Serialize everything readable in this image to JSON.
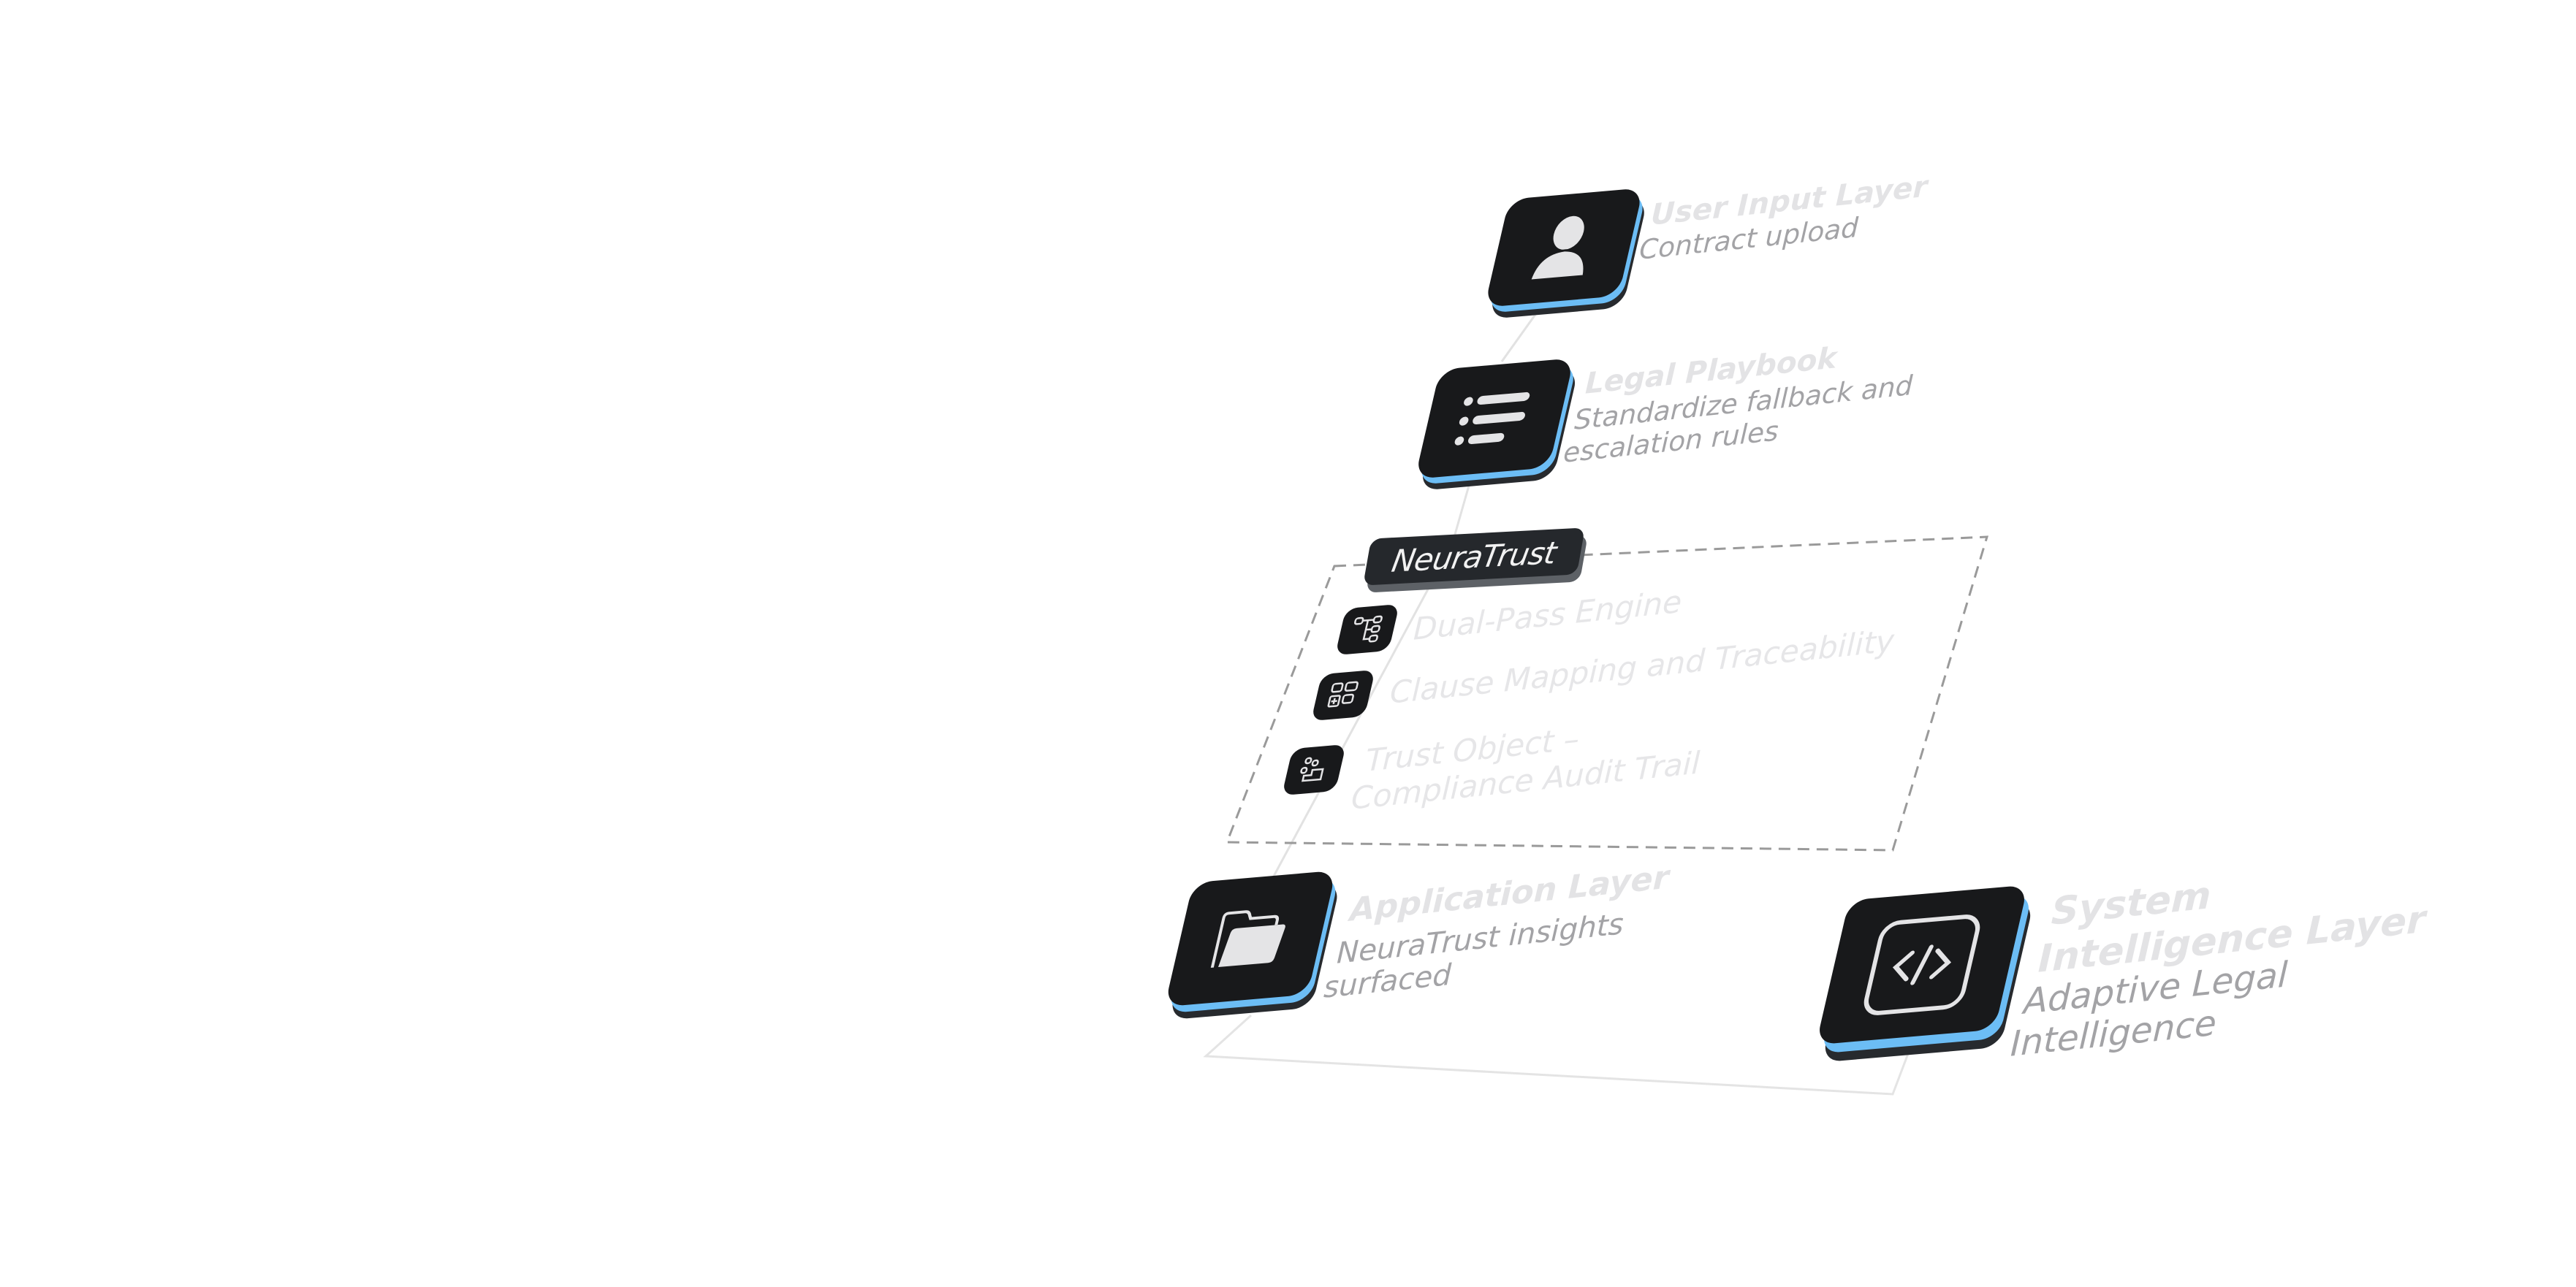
{
  "colors": {
    "background": "#ffffff",
    "card_face": "#18191b",
    "card_base": "#272a2e",
    "card_edge_accent": "#6cbdf5",
    "icon_fill": "#e4e4e6",
    "title_text": "#e3e3e5",
    "subtitle_text": "#a3a3a6",
    "dashed_border": "#9a9a9a",
    "connector_line": "#e2e2e2",
    "badge_face": "#25282c"
  },
  "layers": {
    "user_input": {
      "icon": "user-icon",
      "title": "User Input Layer",
      "subtitle": "Contract upload"
    },
    "legal_playbook": {
      "icon": "list-icon",
      "title": "Legal Playbook",
      "subtitle_line1": "Standardize fallback and",
      "subtitle_line2": "escalation rules"
    },
    "neuratrust": {
      "badge_label": "NeuraTrust",
      "components": [
        {
          "icon": "flowchart-icon",
          "label": "Dual-Pass Engine"
        },
        {
          "icon": "grid-add-icon",
          "label": "Clause Mapping and Traceability"
        },
        {
          "icon": "workflow-steps-icon",
          "label_line1": "Trust Object –",
          "label_line2": "Compliance Audit Trail"
        }
      ]
    },
    "application": {
      "icon": "folder-icon",
      "title": "Application Layer",
      "subtitle_line1": "NeuraTrust insights",
      "subtitle_line2": "surfaced"
    },
    "system_intelligence": {
      "icon": "code-icon",
      "title_line1": "System",
      "title_line2": "Intelligence Layer",
      "subtitle_line1": "Adaptive Legal",
      "subtitle_line2": "Intelligence"
    }
  }
}
